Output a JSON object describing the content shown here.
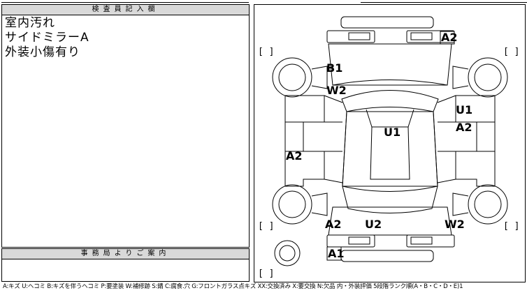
{
  "inspection_panel": {
    "header": "検査員記入欄",
    "notes": [
      "室内汚れ",
      "サイドミラーA",
      "外装小傷有り"
    ]
  },
  "office_panel": {
    "header": "事務局よりご案内",
    "text": ""
  },
  "diagram": {
    "brackets": [
      "[ ]",
      "[ ]",
      "[ ]",
      "[ ]",
      "[ ]"
    ],
    "damage_labels": {
      "A2_front_right": "A2",
      "B1": "B1",
      "W2_front": "W2",
      "U1_right": "U1",
      "A2_right": "A2",
      "U1_center": "U1",
      "A2_left": "A2",
      "A2_rear_left": "A2",
      "U2_rear": "U2",
      "W2_rear": "W2",
      "A1_rear": "A1"
    }
  },
  "legend": "A:キズ U:ヘコミ B:キズを伴うヘコミ P:要塗装 W:補修跡 S:錆 C:腐食.穴 G:フロントガラス点キズ XX:交換済み X:要交換 N:欠品 内・外装評価 5段階ランク順(A・B・C・D・E)1"
}
